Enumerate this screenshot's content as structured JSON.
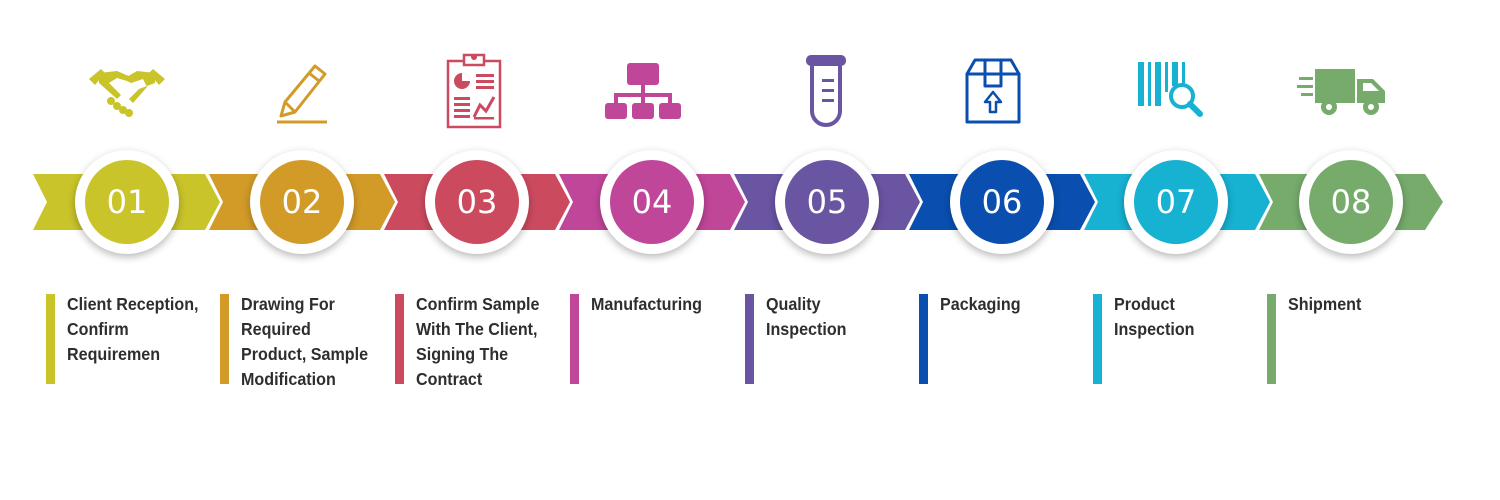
{
  "colors": {
    "step1": "#c9c42a",
    "step2": "#d29b28",
    "step3": "#cc4a5e",
    "step4": "#c0469a",
    "step5": "#6a55a2",
    "step6": "#0a4fb0",
    "step7": "#17b1d2",
    "step8": "#76ab6c"
  },
  "steps": [
    {
      "number": "01",
      "label": "Client Reception, Confirm Requiremen",
      "icon": "handshake-icon"
    },
    {
      "number": "02",
      "label": "Drawing For Required Product, Sample Modification",
      "icon": "pencil-icon"
    },
    {
      "number": "03",
      "label": "Confirm Sample With The Client, Signing The Contract",
      "icon": "clipboard-report-icon"
    },
    {
      "number": "04",
      "label": "Manufacturing",
      "icon": "org-chart-icon"
    },
    {
      "number": "05",
      "label": "Quality Inspection",
      "icon": "test-tube-icon"
    },
    {
      "number": "06",
      "label": "Packaging",
      "icon": "package-box-icon"
    },
    {
      "number": "07",
      "label": "Product Inspection",
      "icon": "barcode-search-icon"
    },
    {
      "number": "08",
      "label": "Shipment",
      "icon": "delivery-truck-icon"
    }
  ]
}
